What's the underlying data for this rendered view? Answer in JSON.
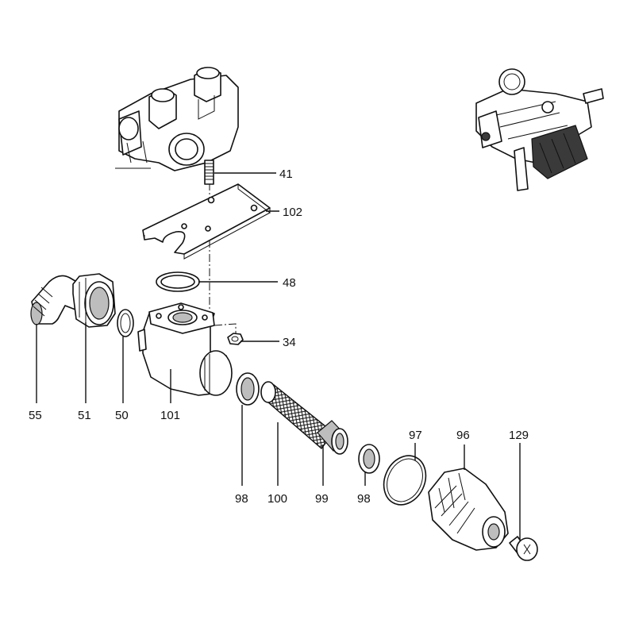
{
  "diagram": {
    "callouts": [
      {
        "id": "c41",
        "label": "41"
      },
      {
        "id": "c102",
        "label": "102"
      },
      {
        "id": "c48",
        "label": "48"
      },
      {
        "id": "c34",
        "label": "34"
      },
      {
        "id": "c55",
        "label": "55"
      },
      {
        "id": "c51",
        "label": "51"
      },
      {
        "id": "c50",
        "label": "50"
      },
      {
        "id": "c101",
        "label": "101"
      },
      {
        "id": "c98a",
        "label": "98"
      },
      {
        "id": "c100",
        "label": "100"
      },
      {
        "id": "c99",
        "label": "99"
      },
      {
        "id": "c98b",
        "label": "98"
      },
      {
        "id": "c97",
        "label": "97"
      },
      {
        "id": "c96",
        "label": "96"
      },
      {
        "id": "c129",
        "label": "129"
      }
    ]
  }
}
